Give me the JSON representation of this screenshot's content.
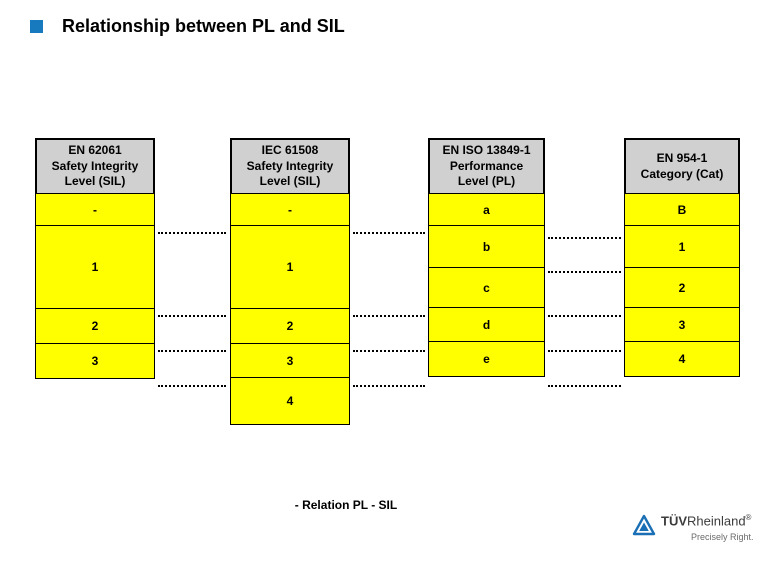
{
  "title": {
    "text": "Relationship between PL and SIL"
  },
  "tables": [
    {
      "id": "en-62061",
      "header_lines": [
        "EN 62061",
        "Safety Integrity",
        "Level (SIL)"
      ],
      "rows": [
        "-",
        "1",
        "2",
        "3"
      ]
    },
    {
      "id": "iec-61508",
      "header_lines": [
        "IEC 61508",
        "Safety Integrity",
        "Level (SIL)"
      ],
      "rows": [
        "-",
        "1",
        "2",
        "3",
        "4"
      ]
    },
    {
      "id": "en-iso-13849-1",
      "header_lines": [
        "EN ISO 13849-1",
        "Performance",
        "Level (PL)"
      ],
      "rows": [
        "a",
        "b",
        "c",
        "d",
        "e"
      ]
    },
    {
      "id": "en-954-1",
      "header_lines": [
        "EN 954-1",
        "Category (Cat)"
      ],
      "rows": [
        "B",
        "1",
        "2",
        "3",
        "4"
      ]
    }
  ],
  "caption": "- Relation PL - SIL",
  "footer": {
    "brand_bold": "TÜV",
    "brand_rest": "Rheinland",
    "registered": "®",
    "tagline": "Precisely Right."
  },
  "colors": {
    "row_yellow": "#ffff00",
    "header_gray": "#d0d0d0",
    "bullet_blue": "#1779be",
    "logo_blue": "#1a6fb5"
  }
}
